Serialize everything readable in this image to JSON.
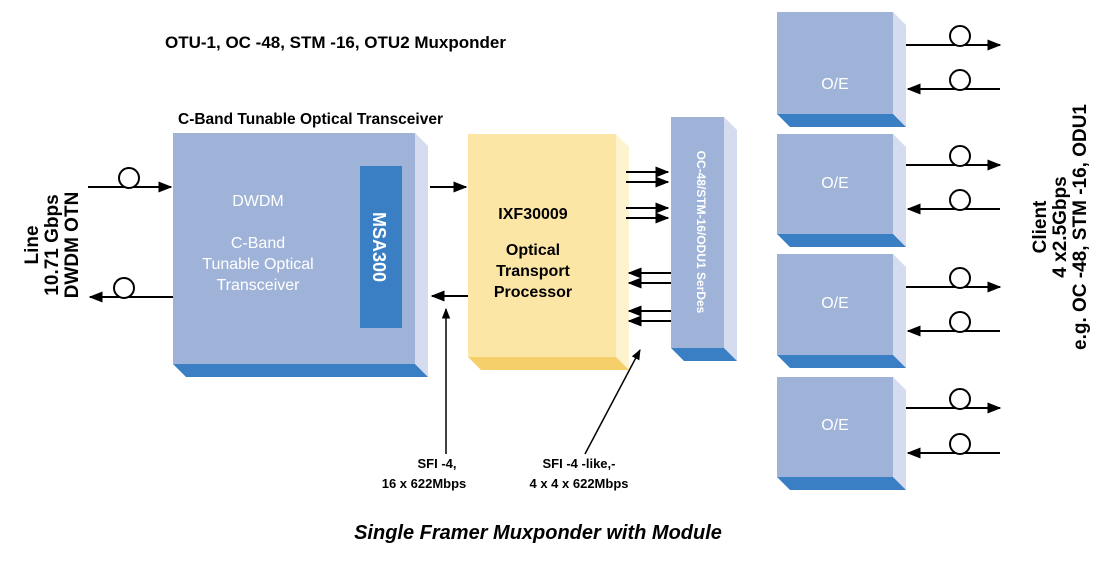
{
  "title": "OTU-1, OC -48, STM -16, OTU2 Muxponder",
  "caption": "Single Framer Muxponder with Module",
  "transceiver": {
    "heading": "C-Band Tunable Optical Transceiver",
    "line1": "DWDM",
    "line2": "C-Band",
    "line3": "Tunable Optical",
    "line4": "Transceiver",
    "module": "MSA300"
  },
  "processor": {
    "part": "IXF30009",
    "line1": "Optical",
    "line2": "Transport",
    "line3": "Processor"
  },
  "serdes": {
    "label": "OC-48/STM-16/ODU1 SerDes"
  },
  "oe_label": "O/E",
  "line_side": {
    "line1": "Line",
    "line2": "10.71 Gbps",
    "line3": "DWDM OTN"
  },
  "client_side": {
    "line1": "Client",
    "line2": "4 x2.5Gbps",
    "line3": "e.g. OC -48, STM -16, ODU1"
  },
  "annotations": {
    "sfi4_line1": "SFI -4,",
    "sfi4_line2": "16 x 622Mbps",
    "sfi4like_line1": "SFI -4 -like,-",
    "sfi4like_line2": "4 x 4 x 622Mbps"
  },
  "colors": {
    "block_blue": "#9fb3d8",
    "block_side": "#d6dcef",
    "block_base": "#3a7fc4",
    "module_blue": "#3a7fc4",
    "processor_yellow": "#fbe6a6",
    "processor_side": "#fdf3cf"
  }
}
